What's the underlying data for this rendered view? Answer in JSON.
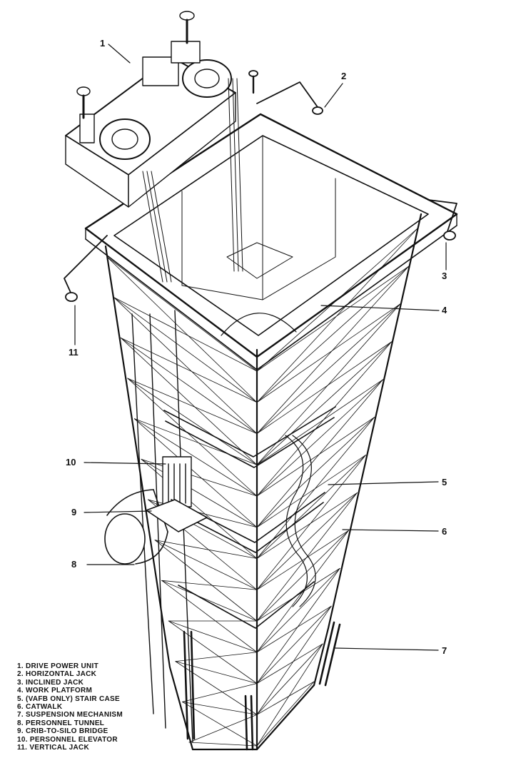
{
  "callouts": [
    {
      "id": "1",
      "label": "1"
    },
    {
      "id": "2",
      "label": "2"
    },
    {
      "id": "3",
      "label": "3"
    },
    {
      "id": "4",
      "label": "4"
    },
    {
      "id": "5",
      "label": "5"
    },
    {
      "id": "6",
      "label": "6"
    },
    {
      "id": "7",
      "label": "7"
    },
    {
      "id": "8",
      "label": "8"
    },
    {
      "id": "9",
      "label": "9"
    },
    {
      "id": "10",
      "label": "10"
    },
    {
      "id": "11",
      "label": "11"
    }
  ],
  "legend": [
    "1. DRIVE POWER UNIT",
    "2. HORIZONTAL JACK",
    "3. INCLINED JACK",
    "4. WORK PLATFORM",
    "5. (VAFB ONLY) STAIR CASE",
    "6. CATWALK",
    "7. SUSPENSION MECHANISM",
    "8. PERSONNEL TUNNEL",
    "9. CRIB-TO-SILO BRIDGE",
    "10. PERSONNEL ELEVATOR",
    "11. VERTICAL JACK"
  ],
  "colors": {
    "ink": "#111111",
    "paper": "#ffffff"
  }
}
